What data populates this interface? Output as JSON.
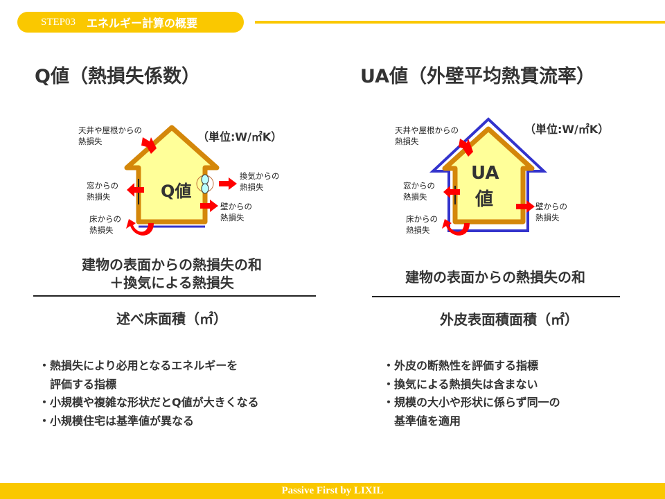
{
  "header": {
    "step": "STEP03",
    "title": "エネルギー計算の概要"
  },
  "left": {
    "title": "Q値（熱損失係数）",
    "unit": "（単位:W/㎡K）",
    "house_label": "Q値",
    "labels": {
      "roof": [
        "天井や屋根からの",
        "熱損失"
      ],
      "window": [
        "窓からの",
        "熱損失"
      ],
      "vent": [
        "換気からの",
        "熱損失"
      ],
      "wall": [
        "壁からの",
        "熱損失"
      ],
      "floor": [
        "床からの",
        "熱損失"
      ]
    },
    "numerator": [
      "建物の表面からの熱損失の和",
      "＋換気による熱損失"
    ],
    "denominator": "述べ床面積（㎡）",
    "bullets": [
      "・熱損失により必用となるエネルギーを\n　評価する指標",
      "・小規模や複雑な形状だとQ値が大きくなる",
      "・小規模住宅は基準値が異なる"
    ]
  },
  "right": {
    "title": "UA値（外壁平均熱貫流率）",
    "unit": "（単位:W/㎡K）",
    "house_label": [
      "UA",
      "値"
    ],
    "labels": {
      "roof": [
        "天井や屋根からの",
        "熱損失"
      ],
      "window": [
        "窓からの",
        "熱損失"
      ],
      "wall": [
        "壁からの",
        "熱損失"
      ],
      "floor": [
        "床からの",
        "熱損失"
      ]
    },
    "numerator": "建物の表面からの熱損失の和",
    "denominator": "外皮表面積面積（㎡）",
    "bullets": [
      "・外皮の断熱性を評価する指標",
      "・換気による熱損失は含まない",
      "・規模の大小や形状に係らず同一の\n　基準値を適用"
    ]
  },
  "footer": "Passive First by LIXIL",
  "colors": {
    "accent": "#FAC800",
    "house_fill": "#FFFF99",
    "house_outline": "#D4870A",
    "envelope": "#3333CC",
    "arrow": "#FF0000"
  }
}
